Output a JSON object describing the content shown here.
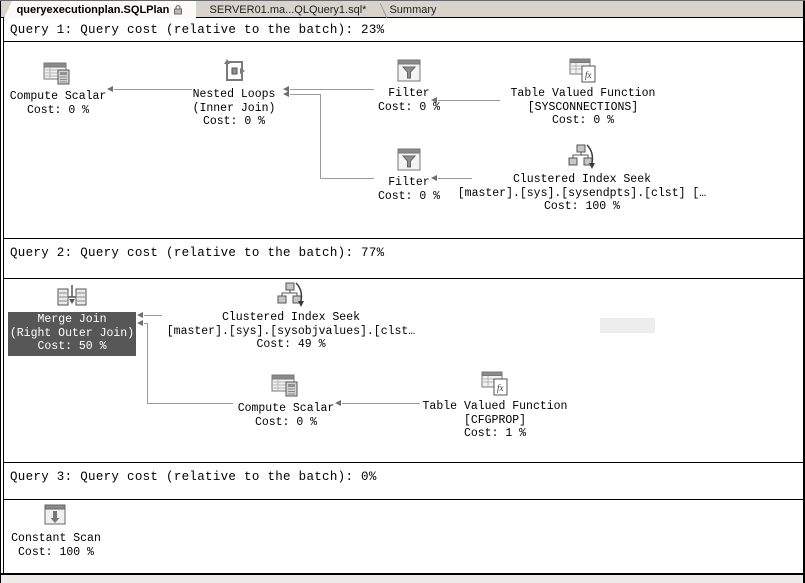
{
  "tabs": {
    "plan": "queryexecutionplan.SQLPlan",
    "query_file": "SERVER01.ma...QLQuery1.sql*",
    "summary": "Summary"
  },
  "q1": {
    "header": "Query 1: Query cost (relative to the batch): 23%",
    "compute_scalar": {
      "name": "Compute Scalar",
      "cost": "Cost: 0 %"
    },
    "nested_loops": {
      "name": "Nested Loops",
      "sub": "(Inner Join)",
      "cost": "Cost: 0 %"
    },
    "filter_top": {
      "name": "Filter",
      "cost": "Cost: 0 %"
    },
    "tvf": {
      "name": "Table Valued Function",
      "sub": "[SYSCONNECTIONS]",
      "cost": "Cost: 0 %"
    },
    "filter_bottom": {
      "name": "Filter",
      "cost": "Cost: 0 %"
    },
    "index_seek": {
      "name": "Clustered Index Seek",
      "sub": "[master].[sys].[sysendpts].[clst] […",
      "cost": "Cost: 100 %"
    }
  },
  "q2": {
    "header": "Query 2: Query cost (relative to the batch): 77%",
    "merge_join": {
      "name": "Merge Join",
      "sub": "(Right Outer Join)",
      "cost": "Cost: 50 %"
    },
    "index_seek": {
      "name": "Clustered Index Seek",
      "sub": "[master].[sys].[sysobjvalues].[clst…",
      "cost": "Cost: 49 %"
    },
    "compute_scalar": {
      "name": "Compute Scalar",
      "cost": "Cost: 0 %"
    },
    "tvf": {
      "name": "Table Valued Function",
      "sub": "[CFGPROP]",
      "cost": "Cost: 1 %"
    }
  },
  "q3": {
    "header": "Query 3: Query cost (relative to the batch): 0%",
    "constant_scan": {
      "name": "Constant Scan",
      "cost": "Cost: 100 %"
    }
  },
  "icons": {
    "tab_lock": "lock",
    "compute_scalar": "table-with-calculator",
    "nested_loops": "loop-arrows-square",
    "filter": "window-with-funnel",
    "table_valued_function": "table-with-fx",
    "tvf_glyph": "fx",
    "clustered_index_seek": "index-tree-with-seek-arrow",
    "merge_join": "two-tables-merge-arrow",
    "constant_scan": "window-with-down-arrow"
  },
  "colors": {
    "selected_node_bg": "#575757",
    "connector": "#9a9a9a",
    "tab_strip_bg": "#d8d4cc"
  }
}
